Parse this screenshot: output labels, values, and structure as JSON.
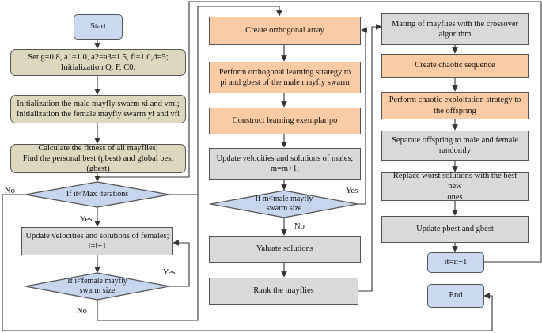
{
  "nodes": {
    "start": "Start",
    "set_params": "Set g=0.8, a1=1.0, a2=a3=1.5, fl=1.0,d=5;\nInitialization Q, F, C0.",
    "init_swarms": "Initialization the male mayfly swarm xi and vmi;\nInitialization the female mayfly swarm yi and vfi",
    "fitness": "Calculate the fitness of all mayflies;\nFind the personal best (pbest) and global best (gbest)",
    "cond_max_iter": "If it<Max iterations",
    "update_females": "Update velocities and solutions of females;\ni=i+1",
    "cond_female": "If i<female mayfly\nswarm size",
    "orth_array": "Create orthogonal array",
    "orth_learning": "Perform orthogonal learning strategy to\npi and gbest of the male mayfly swarm",
    "exemplar": "Construct  learning exemplar po",
    "update_males": "Update velocities and solutions of males;\nm=m+1;",
    "cond_male": "If m<male mayfly\nswarm size",
    "valuate": "Valuate solutions",
    "rank": "Rank the mayflies",
    "mating": "Mating of mayflies with the crossover\nalgorithm",
    "chaotic_seq": "Create chaotic sequence",
    "chaotic_exploit": "Perform chaotic exploitation strategy to\nthe offspring",
    "separate": "Separate offspring to male and female\nrandomly",
    "replace": "Replace worst solutions with the best new\nones",
    "update_best": "Update pbest and gbest",
    "inc_iter": "it=it+1",
    "end": "End"
  },
  "edge_labels": {
    "max_no": "No",
    "max_yes": "Yes",
    "female_yes": "Yes",
    "female_no": "No",
    "male_yes": "Yes",
    "male_no": "No"
  },
  "colors": {
    "terminal": "#c9d9f0",
    "init": "#dcd7bd",
    "orange": "#fbcba5",
    "gray": "#d9d9d9",
    "decision": "#c5d6ee",
    "stroke": "#555555"
  }
}
